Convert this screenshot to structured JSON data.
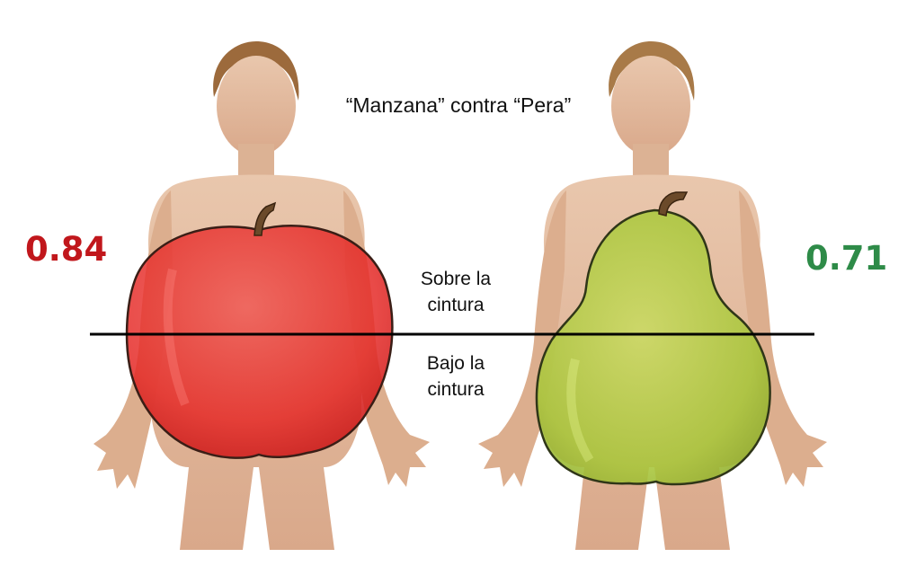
{
  "title": "“Manzana” contra “Pera”",
  "apple": {
    "value": "0.84",
    "color": "#c1171c",
    "fill": "#e8292b"
  },
  "pear": {
    "value": "0.71",
    "color": "#2e8b48",
    "fill": "#a8c63a"
  },
  "zones": {
    "above_line1": "Sobre la",
    "above_line2": "cintura",
    "below_line1": "Bajo la",
    "below_line2": "cintura"
  }
}
